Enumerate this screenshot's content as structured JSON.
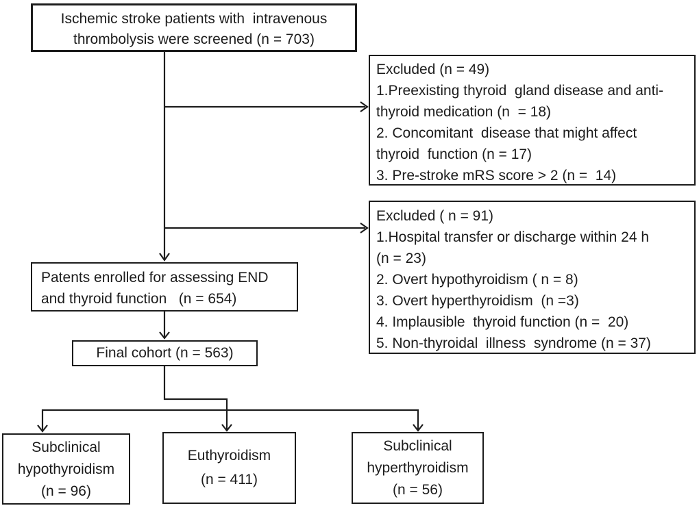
{
  "colors": {
    "line": "#1c1c1c",
    "text": "#1c1c1c",
    "background": "#ffffff"
  },
  "boxes": {
    "screened": {
      "lines": [
        "Ischemic stroke patients with  intravenous",
        "thrombolysis were screened (n = 703)"
      ]
    },
    "excluded_1": {
      "lines": [
        "Excluded (n = 49)",
        "1.Preexisting thyroid  gland disease and anti-",
        "thyroid medication (n  = 18)",
        "2. Concomitant  disease that might affect",
        "thyroid  function (n = 17)",
        "3. Pre-stroke mRS score > 2 (n =  14)"
      ]
    },
    "excluded_2": {
      "lines": [
        "Excluded ( n = 91)",
        "1.Hospital transfer or discharge within 24 h",
        "(n = 23)",
        "2. Overt hypothyroidism ( n = 8)",
        "3. Overt hyperthyroidism  (n =3)",
        "4. Implausible  thyroid function (n =  20)",
        "5. Non-thyroidal  illness  syndrome (n = 37)"
      ]
    },
    "enrolled": {
      "lines": [
        "Patents enrolled for assessing END",
        "and thyroid function   (n = 654)"
      ]
    },
    "final_cohort": {
      "text": "Final cohort (n = 563)"
    },
    "subclinical_hypothyroidism": {
      "lines": [
        "Subclinical",
        "hypothyroidism",
        "(n = 96)"
      ]
    },
    "euthyroidism": {
      "lines": [
        "Euthyroidism",
        "(n = 411)"
      ]
    },
    "subclinical_hyperthyroidism": {
      "lines": [
        "Subclinical",
        "hyperthyroidism",
        "(n = 56)"
      ]
    }
  }
}
